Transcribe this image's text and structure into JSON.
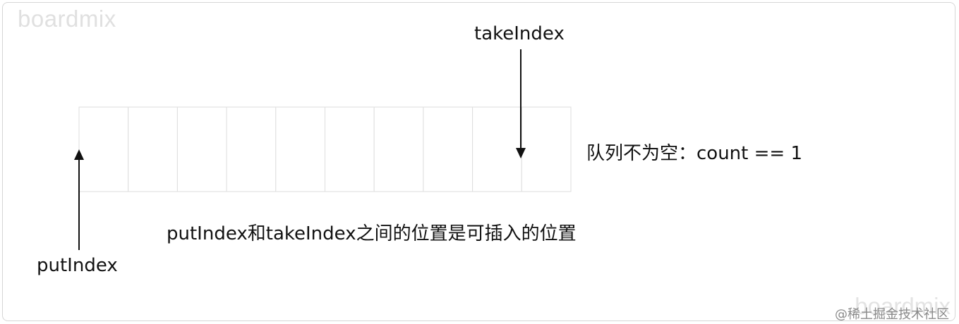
{
  "watermark_top": "boardmix",
  "watermark_bottom": "boardmix",
  "credit": "@稀土掘金技术社区",
  "queue": {
    "slot_count": 10,
    "status_label": "队列不为空：count == 1"
  },
  "pointers": {
    "take_label": "takeIndex",
    "take_slot": 9,
    "put_label": "putIndex",
    "put_slot": 0
  },
  "note": "putIndex和takeIndex之间的位置是可插入的位置"
}
